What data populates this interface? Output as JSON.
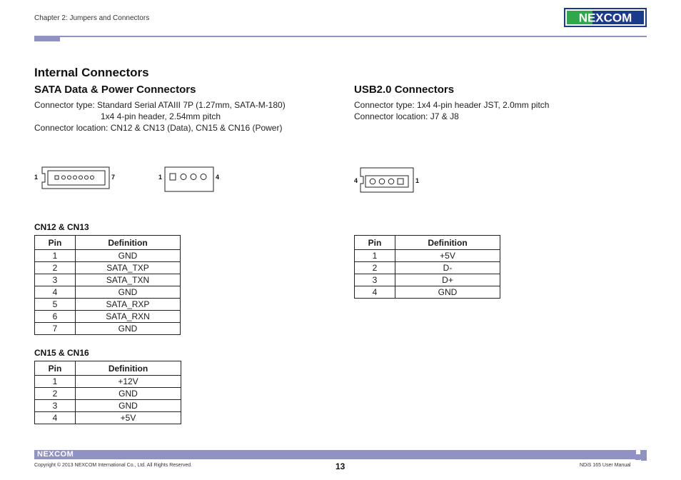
{
  "header": {
    "chapter": "Chapter 2: Jumpers and Connectors",
    "logo_text": "NEXCOM"
  },
  "page_title": "Internal Connectors",
  "sata": {
    "heading": "SATA Data & Power Connectors",
    "type_line1": "Connector type: Standard Serial ATAIII 7P (1.27mm, SATA-M-180)",
    "type_line2": "1x4 4-pin header, 2.54mm pitch",
    "location": "Connector location: CN12 & CN13 (Data), CN15 & CN16 (Power)",
    "data_pin_left": "1",
    "data_pin_right": "7",
    "power_pin_left": "1",
    "power_pin_right": "4",
    "table1_title": "CN12 & CN13",
    "table2_title": "CN15 & CN16",
    "col_pin": "Pin",
    "col_def": "Definition",
    "table1": [
      {
        "pin": "1",
        "def": "GND"
      },
      {
        "pin": "2",
        "def": "SATA_TXP"
      },
      {
        "pin": "3",
        "def": "SATA_TXN"
      },
      {
        "pin": "4",
        "def": "GND"
      },
      {
        "pin": "5",
        "def": "SATA_RXP"
      },
      {
        "pin": "6",
        "def": "SATA_RXN"
      },
      {
        "pin": "7",
        "def": "GND"
      }
    ],
    "table2": [
      {
        "pin": "1",
        "def": "+12V"
      },
      {
        "pin": "2",
        "def": "GND"
      },
      {
        "pin": "3",
        "def": "GND"
      },
      {
        "pin": "4",
        "def": "+5V"
      }
    ]
  },
  "usb": {
    "heading": "USB2.0 Connectors",
    "type_line": "Connector type: 1x4 4-pin header JST, 2.0mm pitch",
    "location": "Connector location: J7 & J8",
    "pin_left": "4",
    "pin_right": "1",
    "col_pin": "Pin",
    "col_def": "Definition",
    "table": [
      {
        "pin": "1",
        "def": "+5V"
      },
      {
        "pin": "2",
        "def": "D-"
      },
      {
        "pin": "3",
        "def": "D+"
      },
      {
        "pin": "4",
        "def": "GND"
      }
    ]
  },
  "footer": {
    "logo_text": "NEXCOM",
    "copyright": "Copyright © 2013 NEXCOM International Co., Ltd. All Rights Reserved.",
    "page_number": "13",
    "manual": "NDiS 165 User Manual"
  },
  "colors": {
    "brand_blue": "#1b3a8c",
    "brand_green": "#2ea84a",
    "accent_bar": "#8f92c2"
  }
}
